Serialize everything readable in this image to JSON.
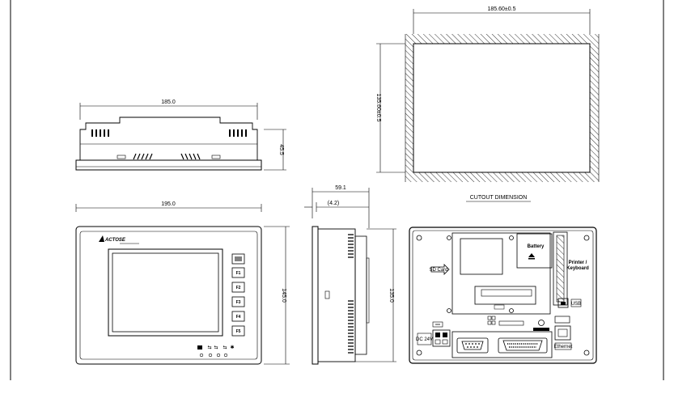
{
  "dimensions": {
    "top_width": "185.0",
    "top_height": "45.5",
    "front_width": "195.0",
    "front_height": "145.0",
    "side_depth": "59.1",
    "side_offset": "(4.2)",
    "side_height": "135.0",
    "cutout_width": "185.60±0.5",
    "cutout_height": "135.60±0.5"
  },
  "cutout_title": "CUTOUT DIMENSION",
  "front_panel": {
    "brand": "ACTOSE",
    "function_keys": [
      "F1",
      "F2",
      "F3",
      "F4",
      "F5"
    ]
  },
  "rear_panel": {
    "battery": "Battery",
    "printer_keyboard": [
      "Printer /",
      "Keyboard"
    ],
    "sd_card": "SD Card",
    "usb": "USB",
    "ethernet": "Ethernet",
    "power": "DC 24V"
  },
  "colors": {
    "line": "#000000",
    "hatch": "#000000",
    "background": "#ffffff"
  }
}
